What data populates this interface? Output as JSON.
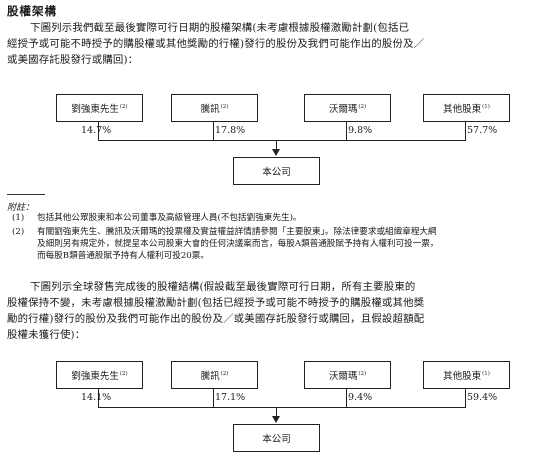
{
  "heading": "股權架構",
  "intro_lines": [
    "下圖列示我們截至最後實際可行日期的股權架構(未考慮根據股權激勵計劃(包括已",
    "經授予或可能不時授予的購股權或其他獎勵的行權)發行的股份及我們可能作出的股份及／",
    "或美國存託股發行或購回)："
  ],
  "chart1": {
    "shareholders": [
      {
        "name": "劉強東先生",
        "note": "(2)",
        "percentage": "14.7%"
      },
      {
        "name": "騰訊",
        "note": "(2)",
        "percentage": "17.8%"
      },
      {
        "name": "沃爾瑪",
        "note": "(2)",
        "percentage": "9.8%"
      },
      {
        "name": "其他股東",
        "note": "(1)",
        "percentage": "57.7%"
      }
    ],
    "company": "本公司"
  },
  "notes_title": "附註：",
  "notes": [
    {
      "num": "(1)",
      "lines": [
        "包括其他公眾股東和本公司董事及高級管理人員(不包括劉強東先生)。"
      ]
    },
    {
      "num": "(2)",
      "lines": [
        "有關劉強東先生、騰訊及沃爾瑪的投票權及實益權益詳情請參閱「主要股東」。除法律要求或組織章程大綱",
        "及細則另有規定外，就提呈本公司股東大會的任何決議案而言，每股A類普通股賦予持有人權利可投一票，",
        "而每股B類普通股賦予持有人權利可投20票。"
      ]
    }
  ],
  "post_lines": [
    "下圖列示全球發售完成後的股權結構(假設截至最後實際可行日期，所有主要股東的",
    "股權保持不變，未考慮根據股權激勵計劃(包括已經授予或可能不時授予的購股權或其他獎",
    "勵的行權)發行的股份及我們可能作出的股份及／或美國存託股發行或購回，且假設超額配",
    "股權未獲行使)："
  ],
  "chart2": {
    "shareholders": [
      {
        "name": "劉強東先生",
        "note": "(2)",
        "percentage": "14.1%"
      },
      {
        "name": "騰訊",
        "note": "(2)",
        "percentage": "17.1%"
      },
      {
        "name": "沃爾瑪",
        "note": "(2)",
        "percentage": "9.4%"
      },
      {
        "name": "其他股東",
        "note": "(1)",
        "percentage": "59.4%"
      }
    ],
    "company": "本公司"
  }
}
